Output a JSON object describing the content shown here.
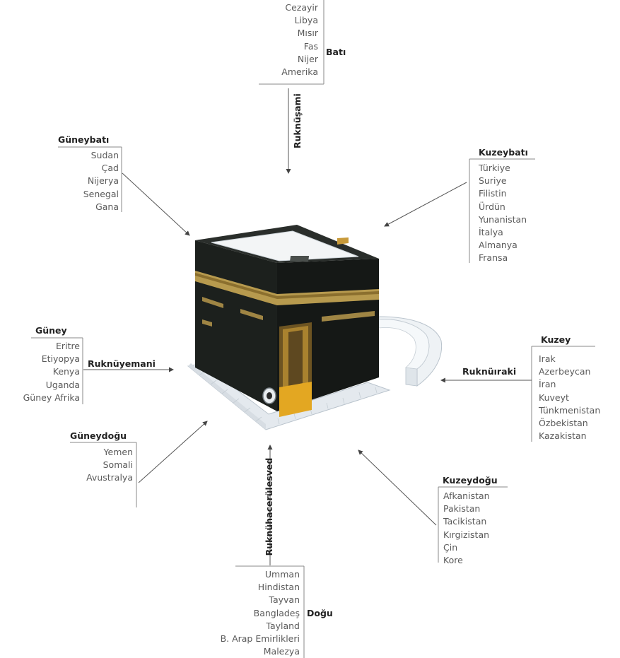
{
  "regions": {
    "bati": {
      "title": "Batı",
      "items": [
        "Cezayir",
        "Libya",
        "Mısır",
        "Fas",
        "Nijer",
        "Amerika"
      ]
    },
    "guneybati": {
      "title": "Güneybatı",
      "items": [
        "Sudan",
        "Çad",
        "Nijerya",
        "Senegal",
        "Gana"
      ]
    },
    "kuzeybati": {
      "title": "Kuzeybatı",
      "items": [
        "Türkiye",
        "Suriye",
        "Filistin",
        "Ürdün",
        "Yunanistan",
        "İtalya",
        "Almanya",
        "Fransa"
      ]
    },
    "guney": {
      "title": "Güney",
      "items": [
        "Eritre",
        "Etiyopya",
        "Kenya",
        "Uganda",
        "Güney Afrika"
      ]
    },
    "kuzey": {
      "title": "Kuzey",
      "items": [
        "Irak",
        "Azerbeycan",
        "İran",
        "Kuveyt",
        "Tünkmenistan",
        "Özbekistan",
        "Kazakistan"
      ]
    },
    "guneydogu": {
      "title": "Güneydoğu",
      "items": [
        "Yemen",
        "Somali",
        "Avustralya"
      ]
    },
    "kuzeydogu": {
      "title": "Kuzeydoğu",
      "items": [
        "Afkanistan",
        "Pakistan",
        "Tacikistan",
        "Kırgizistan",
        "Çin",
        "Kore"
      ]
    },
    "dogu": {
      "title": "Doğu",
      "items": [
        "Umman",
        "Hindistan",
        "Tayvan",
        "Bangladeş",
        "Tayland",
        "B. Arap Emirlikleri",
        "Malezya"
      ]
    }
  },
  "corners": {
    "ruknusami": "Ruknüşami",
    "ruknuyemani": "Ruknüyemani",
    "ruknuiraki": "Ruknüıraki",
    "ruknuhacerulesved": "Ruknühacerülesved"
  },
  "colors": {
    "kaaba_black": "#1b1f1c",
    "kiswa_gold": "#b79a4e",
    "door_gold": "#c8952a",
    "marble": "#e9eef2",
    "line": "#666666"
  }
}
